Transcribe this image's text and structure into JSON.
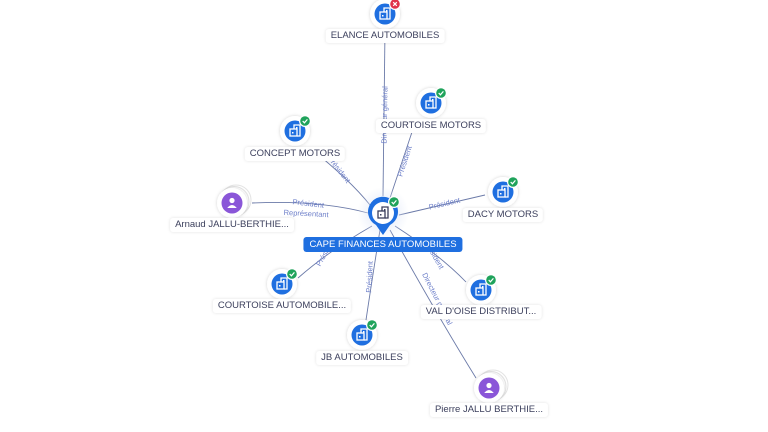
{
  "colors": {
    "company": "#1f6fe0",
    "person": "#8a56d8",
    "active_badge": "#1fa35b",
    "closed_badge": "#e0324b",
    "edge": "#6b7aa8",
    "edge_label": "#6d7fc9"
  },
  "icons": {
    "company": "building-icon",
    "person": "person-icon",
    "active": "check-badge-icon",
    "closed": "close-badge-icon"
  },
  "center": {
    "label": "CAPE FINANCES AUTOMOBILES",
    "status": "active"
  },
  "nodes": [
    {
      "id": "elance",
      "label": "ELANCE AUTOMOBILES",
      "type": "company",
      "status": "closed"
    },
    {
      "id": "courtoise-motors",
      "label": "COURTOISE MOTORS",
      "type": "company",
      "status": "active"
    },
    {
      "id": "concept-motors",
      "label": "CONCEPT MOTORS",
      "type": "company",
      "status": "active"
    },
    {
      "id": "dacy-motors",
      "label": "DACY MOTORS",
      "type": "company",
      "status": "active"
    },
    {
      "id": "arnaud",
      "label": "Arnaud JALLU-BERTHIE...",
      "type": "person",
      "status": "none"
    },
    {
      "id": "courtoise-auto",
      "label": "COURTOISE AUTOMOBILE...",
      "type": "company",
      "status": "active"
    },
    {
      "id": "val-oise",
      "label": "VAL D'OISE DISTRIBUT...",
      "type": "company",
      "status": "active"
    },
    {
      "id": "jb-auto",
      "label": "JB AUTOMOBILES",
      "type": "company",
      "status": "active"
    },
    {
      "id": "pierre",
      "label": "Pierre JALLU BERTHIE...",
      "type": "person",
      "status": "none"
    }
  ],
  "edges": [
    {
      "to": "elance",
      "labels": [
        "Directeur général"
      ]
    },
    {
      "to": "courtoise-motors",
      "labels": [
        "Président"
      ]
    },
    {
      "to": "concept-motors",
      "labels": [
        "Président"
      ]
    },
    {
      "to": "dacy-motors",
      "labels": [
        "Président"
      ]
    },
    {
      "to": "arnaud",
      "labels": [
        "Président",
        "Représentant"
      ]
    },
    {
      "to": "courtoise-auto",
      "labels": [
        "Président"
      ]
    },
    {
      "to": "val-oise",
      "labels": [
        "Président"
      ]
    },
    {
      "to": "jb-auto",
      "labels": [
        "Président"
      ]
    },
    {
      "to": "pierre",
      "labels": [
        "Directeur général"
      ]
    }
  ]
}
